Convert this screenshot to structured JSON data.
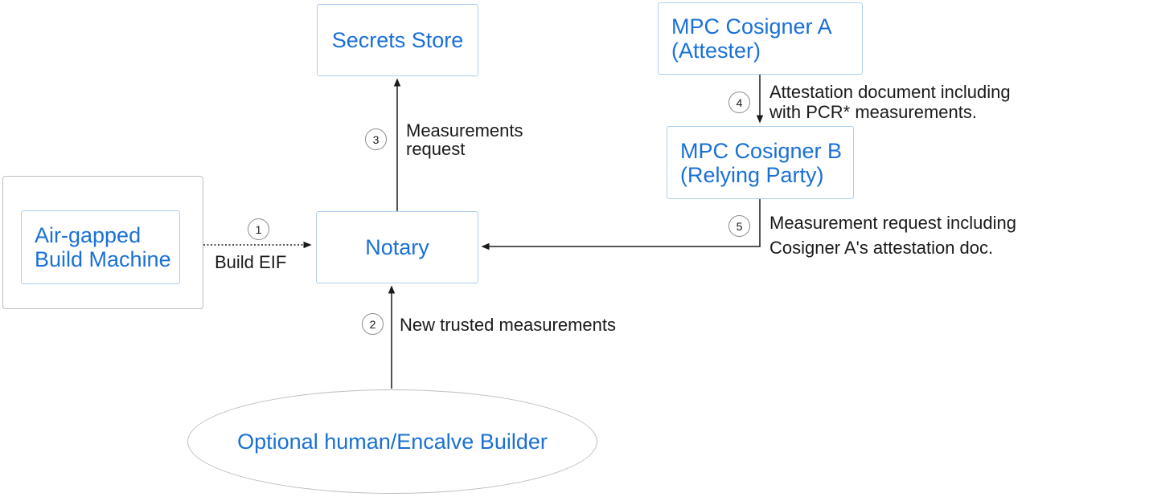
{
  "diagram": {
    "nodes": {
      "secrets_store": {
        "shape": "rect",
        "label": "Secrets Store"
      },
      "mpc_cosigner_a": {
        "shape": "rect",
        "lines": [
          "MPC Cosigner A",
          "(Attester)"
        ]
      },
      "mpc_cosigner_b": {
        "shape": "rect",
        "lines": [
          "MPC Cosigner B",
          "(Relying Party)"
        ]
      },
      "air_gapped_build_machine": {
        "shape": "rect-in-container",
        "lines": [
          "Air-gapped",
          "Build Machine"
        ]
      },
      "notary": {
        "shape": "rect",
        "label": "Notary"
      },
      "enclave_builder": {
        "shape": "ellipse",
        "label": "Optional human/Encalve Builder"
      }
    },
    "edges": [
      {
        "number": "1",
        "style": "dotted",
        "from": "air-gapped-build-machine",
        "to": "notary",
        "label": "Build EIF"
      },
      {
        "number": "2",
        "style": "solid",
        "from": "enclave-builder",
        "to": "notary",
        "label": "New trusted measurements"
      },
      {
        "number": "3",
        "style": "solid",
        "from": "notary",
        "to": "secrets-store",
        "lines": [
          "Measurements",
          "request"
        ]
      },
      {
        "number": "4",
        "style": "solid",
        "from": "mpc-cosigner-a",
        "to": "mpc-cosigner-b",
        "lines": [
          "Attestation document including",
          "with PCR* measurements."
        ]
      },
      {
        "number": "5",
        "style": "solid",
        "from": "mpc-cosigner-b",
        "to": "notary",
        "lines": [
          "Measurement request including",
          "Cosigner A's attestation doc."
        ]
      }
    ],
    "colors": {
      "node_text": "#1a70d6",
      "node_border": "#aecfec",
      "container_border": "#bdbdbd",
      "label_text": "#1a1a1a",
      "arrow": "#1a1a1a"
    }
  }
}
